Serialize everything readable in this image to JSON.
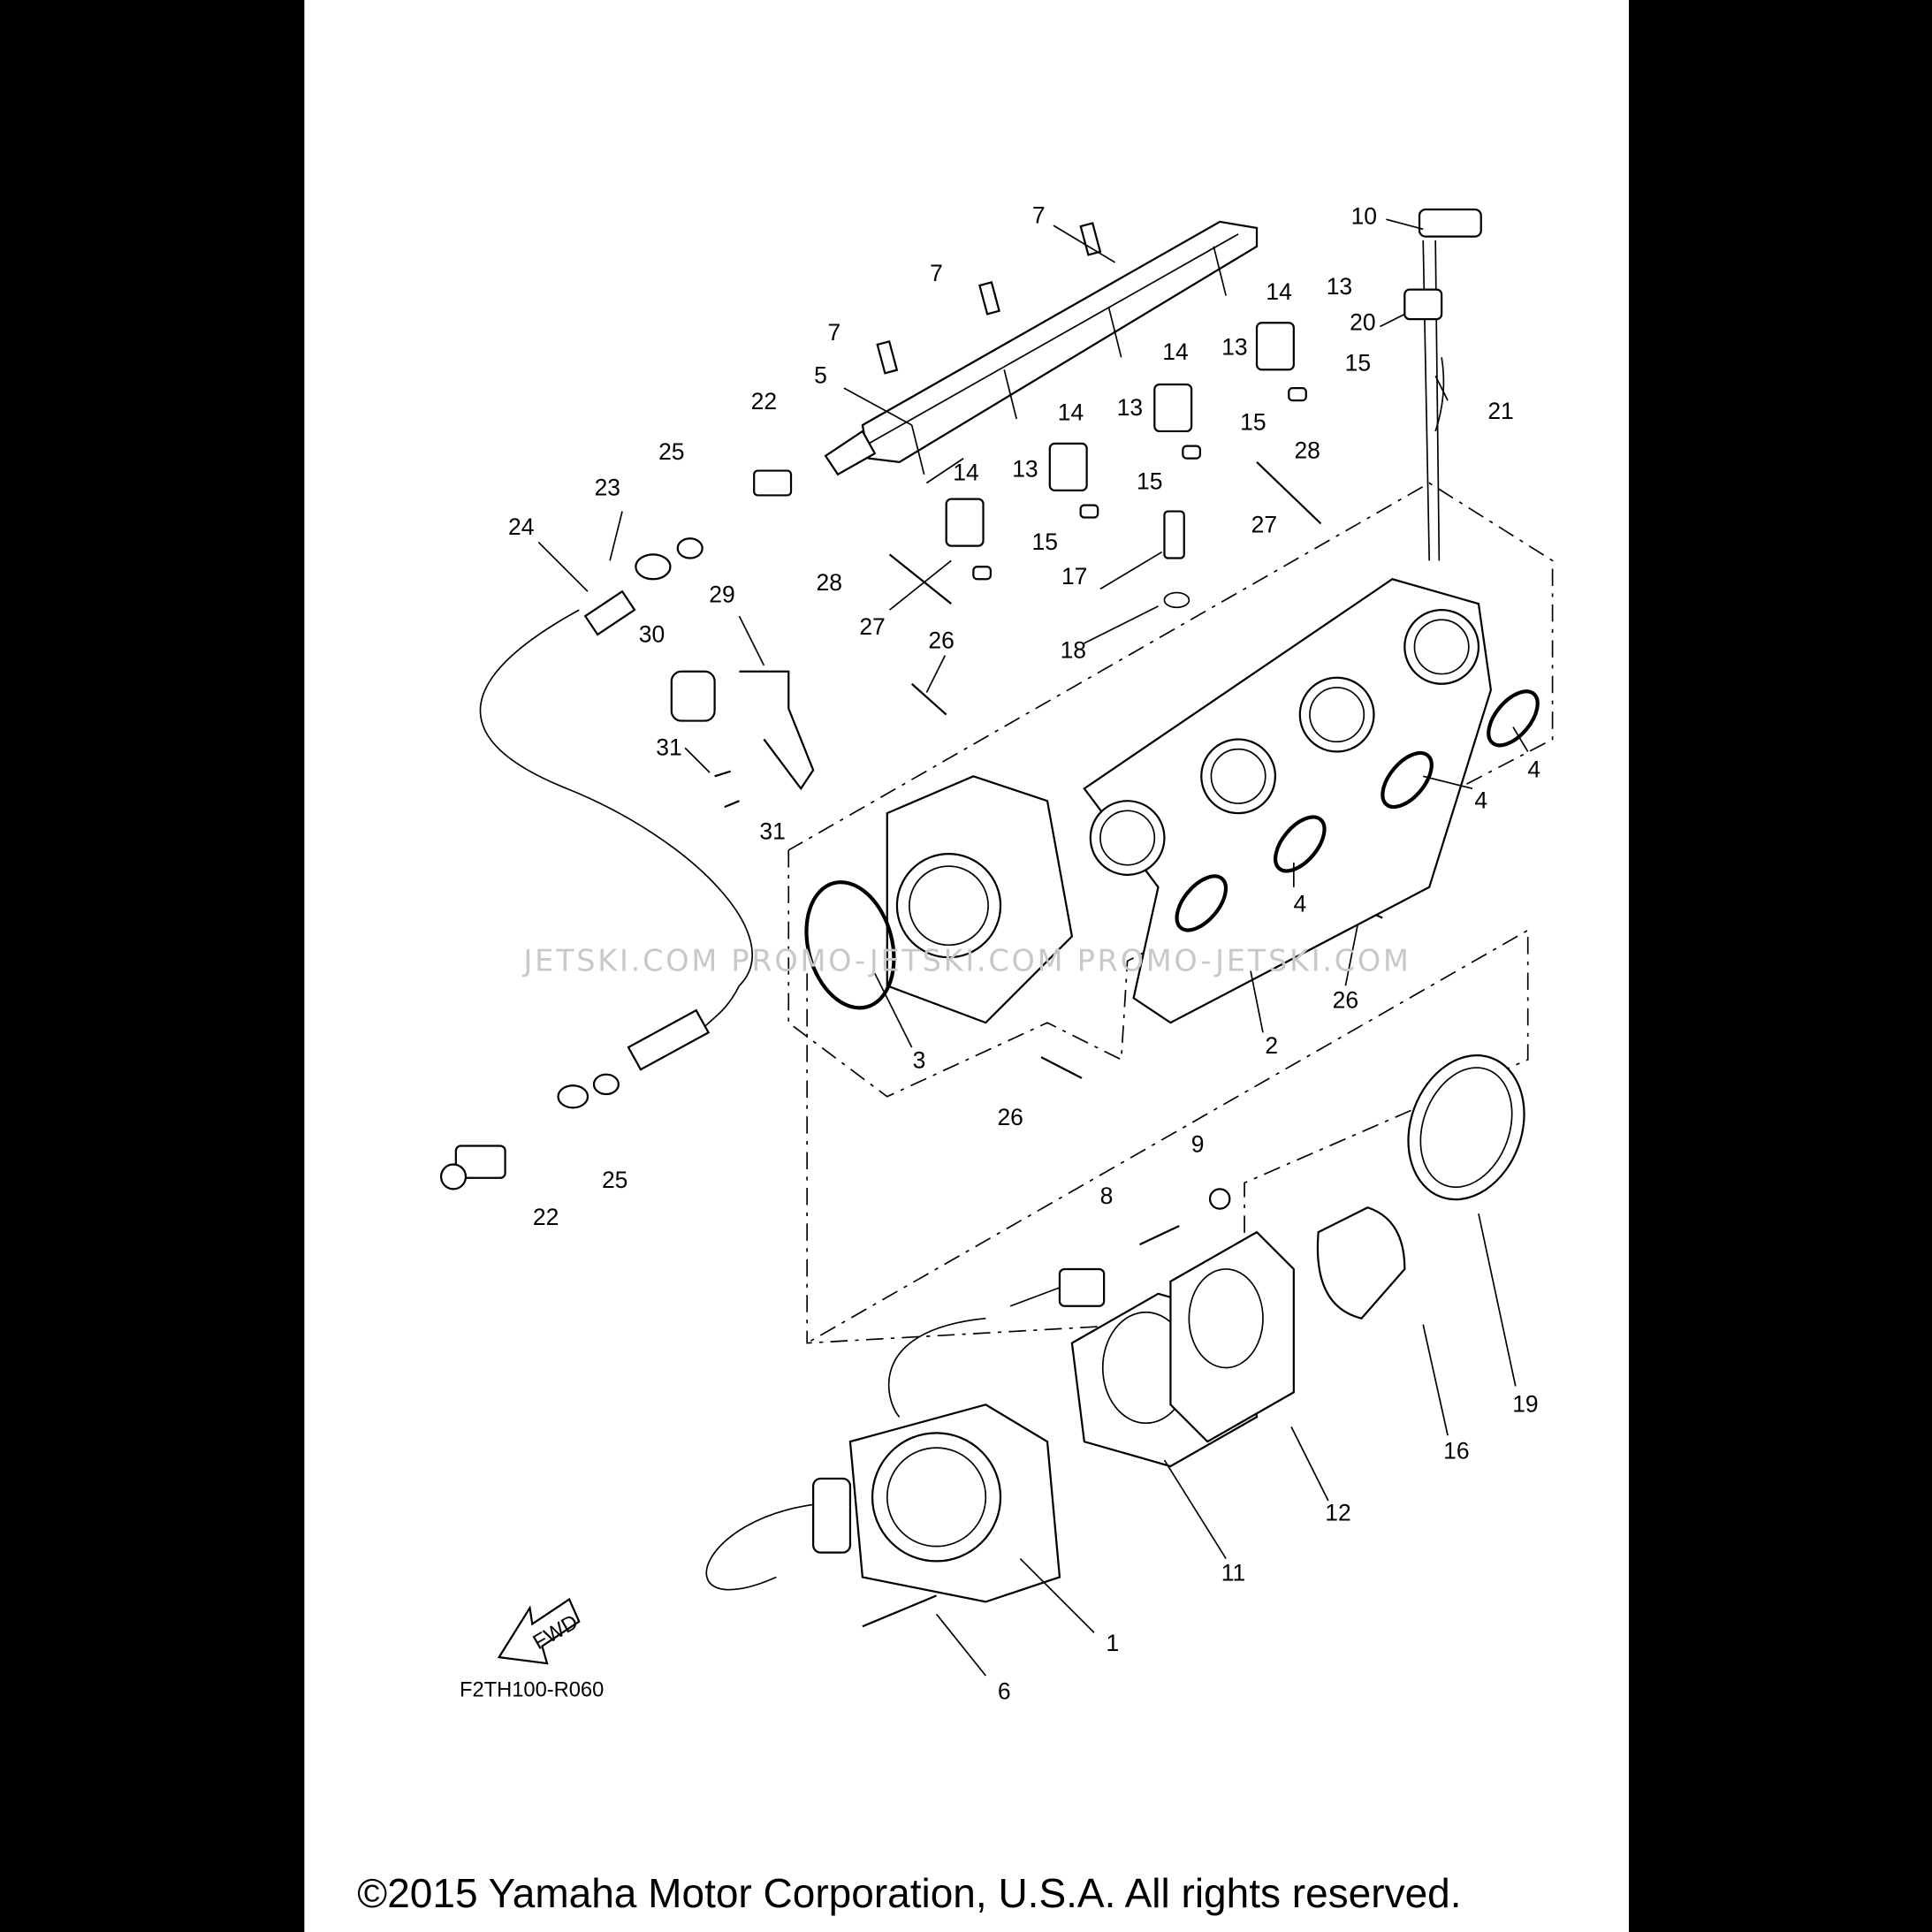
{
  "diagram": {
    "callouts": [
      "7",
      "7",
      "7",
      "10",
      "14",
      "13",
      "20",
      "5",
      "22",
      "14",
      "13",
      "15",
      "21",
      "14",
      "13",
      "15",
      "28",
      "25",
      "23",
      "14",
      "13",
      "15",
      "24",
      "15",
      "17",
      "28",
      "27",
      "27",
      "29",
      "18",
      "30",
      "26",
      "4",
      "31",
      "4",
      "31",
      "4",
      "26",
      "3",
      "2",
      "26",
      "9",
      "8",
      "22",
      "25",
      "19",
      "16",
      "12",
      "11",
      "1",
      "6"
    ],
    "watermark": "JETSKI.COM    PROMO-JETSKI.COM    PROMO-JETSKI.COM",
    "fwd_label": "FWD",
    "drawing_code": "F2TH100-R060",
    "copyright": "©2015 Yamaha Motor Corporation, U.S.A. All rights reserved."
  }
}
